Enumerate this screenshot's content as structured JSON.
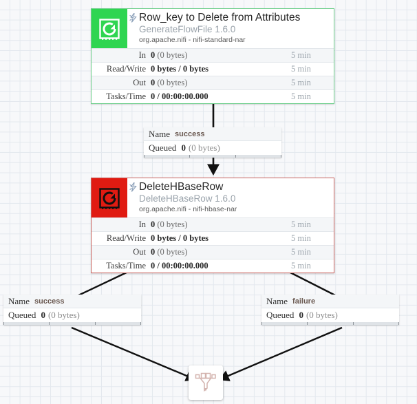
{
  "canvas": {
    "background": "#f7f8fa",
    "grid_color": "#e3e8ee"
  },
  "processors": [
    {
      "id": "generate-flow-file",
      "name": "Row_key to Delete from Attributes",
      "type": "GenerateFlowFile 1.6.0",
      "bundle": "org.apache.nifi - nifi-standard-nar",
      "state": "running",
      "icon_color": "#2fd551",
      "border_color": "#6fcf8c",
      "icon": "processor-icon",
      "bolt_icon": "bulletin-bolt-icon",
      "stats": [
        {
          "label": "In",
          "value": "0",
          "detail": "(0 bytes)",
          "time": "5 min"
        },
        {
          "label": "Read/Write",
          "value": "0 bytes / 0 bytes",
          "detail": "",
          "time": "5 min"
        },
        {
          "label": "Out",
          "value": "0",
          "detail": "(0 bytes)",
          "time": "5 min"
        },
        {
          "label": "Tasks/Time",
          "value": "0 / 00:00:00.000",
          "detail": "",
          "time": "5 min"
        }
      ]
    },
    {
      "id": "delete-hbase-row",
      "name": "DeleteHBaseRow",
      "type": "DeleteHBaseRow 1.6.0",
      "bundle": "org.apache.nifi - nifi-hbase-nar",
      "state": "stopped",
      "icon_color": "#e01b12",
      "border_color": "#c9635f",
      "icon": "processor-icon",
      "bolt_icon": "bulletin-bolt-icon",
      "stats": [
        {
          "label": "In",
          "value": "0",
          "detail": "(0 bytes)",
          "time": "5 min"
        },
        {
          "label": "Read/Write",
          "value": "0 bytes / 0 bytes",
          "detail": "",
          "time": "5 min"
        },
        {
          "label": "Out",
          "value": "0",
          "detail": "(0 bytes)",
          "time": "5 min"
        },
        {
          "label": "Tasks/Time",
          "value": "0 / 00:00:00.000",
          "detail": "",
          "time": "5 min"
        }
      ]
    }
  ],
  "connections": [
    {
      "id": "conn-generate-to-delete",
      "name_key": "Name",
      "name_value": "success",
      "queued_key": "Queued",
      "queued_count": "0",
      "queued_bytes": "(0 bytes)"
    },
    {
      "id": "conn-delete-success",
      "name_key": "Name",
      "name_value": "success",
      "queued_key": "Queued",
      "queued_count": "0",
      "queued_bytes": "(0 bytes)"
    },
    {
      "id": "conn-delete-failure",
      "name_key": "Name",
      "name_value": "failure",
      "queued_key": "Queued",
      "queued_count": "0",
      "queued_bytes": "(0 bytes)"
    }
  ],
  "funnel": {
    "id": "funnel-1",
    "icon": "funnel-icon",
    "icon_color": "#d3b3ae"
  }
}
